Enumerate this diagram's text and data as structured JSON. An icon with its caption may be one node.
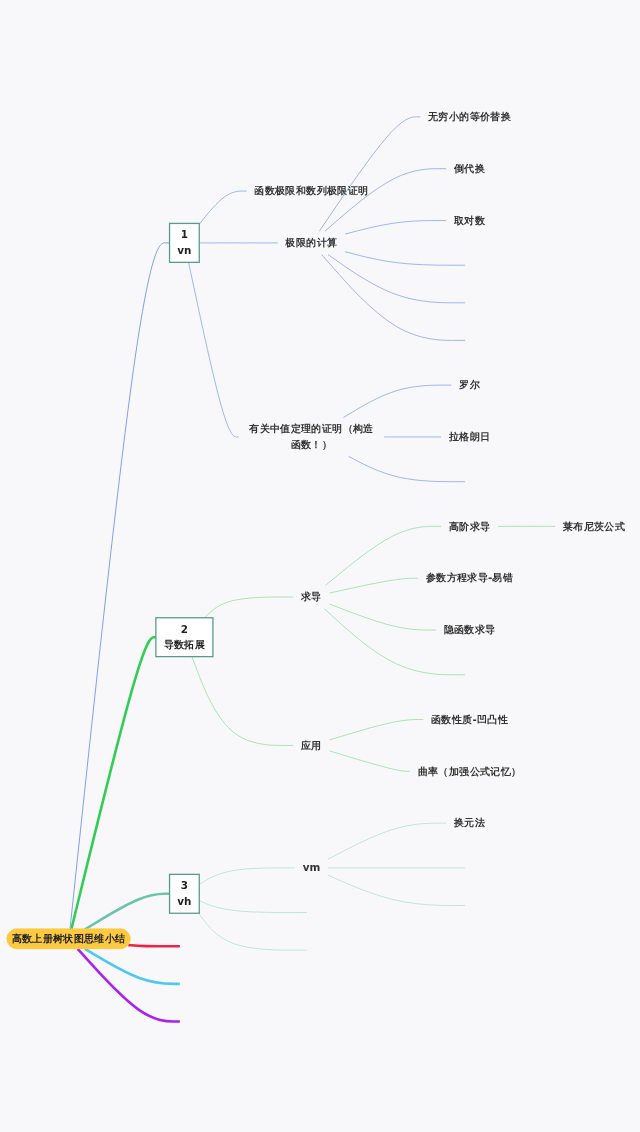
{
  "diagram": {
    "nodes": [
      {
        "text": [
          "高数上册树状图思维小结"
        ]
      },
      {
        "text": [
          "1",
          "vn"
        ]
      },
      {
        "text": [
          "函数极限和数列极限证明"
        ]
      },
      {
        "text": [
          "极限的计算"
        ]
      },
      {
        "text": [
          "无穷小的等价替换"
        ]
      },
      {
        "text": [
          "倒代换"
        ]
      },
      {
        "text": [
          "取对数"
        ]
      },
      {
        "text": [
          "有关中值定理的证明（构造函数！）"
        ]
      },
      {
        "text": [
          "罗尔"
        ]
      },
      {
        "text": [
          "拉格朗日"
        ]
      },
      {
        "text": [
          "2",
          "导数拓展"
        ]
      },
      {
        "text": [
          "求导"
        ]
      },
      {
        "text": [
          "高阶求导"
        ]
      },
      {
        "text": [
          "莱布尼茨公式"
        ]
      },
      {
        "text": [
          "参数方程求导-易错"
        ]
      },
      {
        "text": [
          "隐函数求导"
        ]
      },
      {
        "text": [
          "应用"
        ]
      },
      {
        "text": [
          "函数性质-凹凸性"
        ]
      },
      {
        "text": [
          "曲率（加强公式记忆）"
        ]
      },
      {
        "text": [
          "3",
          "vh"
        ]
      },
      {
        "text": [
          "vm"
        ]
      },
      {
        "text": [
          "换元法"
        ]
      }
    ],
    "edges": [
      {
        "from": 0,
        "to": 1,
        "arrow": "none",
        "color": "#3b6fe0"
      },
      {
        "from": 0,
        "to": 10,
        "arrow": "none",
        "style": "thick",
        "color": "#33cc55"
      },
      {
        "from": 0,
        "to": 19,
        "arrow": "none",
        "style": "thick",
        "color": "#6cc4a8"
      },
      {
        "from": 0,
        "to": null,
        "arrow": "none",
        "style": "thick",
        "color": "#ee2244"
      },
      {
        "from": 0,
        "to": null,
        "arrow": "none",
        "style": "thick",
        "color": "#4fc8f0"
      },
      {
        "from": 0,
        "to": null,
        "arrow": "none",
        "style": "thick",
        "color": "#aa22ee"
      },
      {
        "from": 1,
        "to": 2,
        "arrow": "none",
        "color": "#6f8ff0"
      },
      {
        "from": 1,
        "to": 3,
        "arrow": "none",
        "color": "#6f8ff0"
      },
      {
        "from": 1,
        "to": 7,
        "arrow": "none",
        "color": "#6f8ff0"
      },
      {
        "from": 3,
        "to": 4,
        "arrow": "none",
        "color": "#6f8ff0"
      },
      {
        "from": 3,
        "to": 5,
        "arrow": "none",
        "color": "#6f8ff0"
      },
      {
        "from": 3,
        "to": 6,
        "arrow": "none",
        "color": "#6f8ff0"
      },
      {
        "from": 3,
        "to": null,
        "arrow": "none",
        "color": "#6f8ff0"
      },
      {
        "from": 3,
        "to": null,
        "arrow": "none",
        "color": "#6f8ff0"
      },
      {
        "from": 3,
        "to": null,
        "arrow": "none",
        "color": "#6f8ff0"
      },
      {
        "from": 7,
        "to": 8,
        "arrow": "none",
        "color": "#6f8ff0"
      },
      {
        "from": 7,
        "to": 9,
        "arrow": "none",
        "color": "#6f8ff0"
      },
      {
        "from": 7,
        "to": null,
        "arrow": "none",
        "color": "#6f8ff0"
      },
      {
        "from": 10,
        "to": 11,
        "arrow": "none",
        "color": "#7fd890"
      },
      {
        "from": 10,
        "to": 16,
        "arrow": "none",
        "color": "#7fd890"
      },
      {
        "from": 11,
        "to": 12,
        "arrow": "none",
        "color": "#7fd890"
      },
      {
        "from": 12,
        "to": 13,
        "arrow": "none",
        "color": "#7fd890"
      },
      {
        "from": 11,
        "to": 14,
        "arrow": "none",
        "color": "#7fd890"
      },
      {
        "from": 11,
        "to": 15,
        "arrow": "none",
        "color": "#7fd890"
      },
      {
        "from": 11,
        "to": null,
        "arrow": "none",
        "color": "#7fd890"
      },
      {
        "from": 16,
        "to": 17,
        "arrow": "none",
        "color": "#7fd890"
      },
      {
        "from": 16,
        "to": 18,
        "arrow": "none",
        "color": "#7fd890"
      },
      {
        "from": 19,
        "to": 20,
        "arrow": "none",
        "color": "#9fdcc8"
      },
      {
        "from": 19,
        "to": null,
        "arrow": "none",
        "color": "#9fdcc8"
      },
      {
        "from": 19,
        "to": null,
        "arrow": "none",
        "color": "#9fdcc8"
      },
      {
        "from": 20,
        "to": 21,
        "arrow": "none",
        "color": "#9fdcc8"
      },
      {
        "from": 20,
        "to": null,
        "arrow": "none",
        "color": "#9fdcc8"
      },
      {
        "from": 20,
        "to": null,
        "arrow": "none",
        "color": "#9fdcc8"
      }
    ]
  }
}
